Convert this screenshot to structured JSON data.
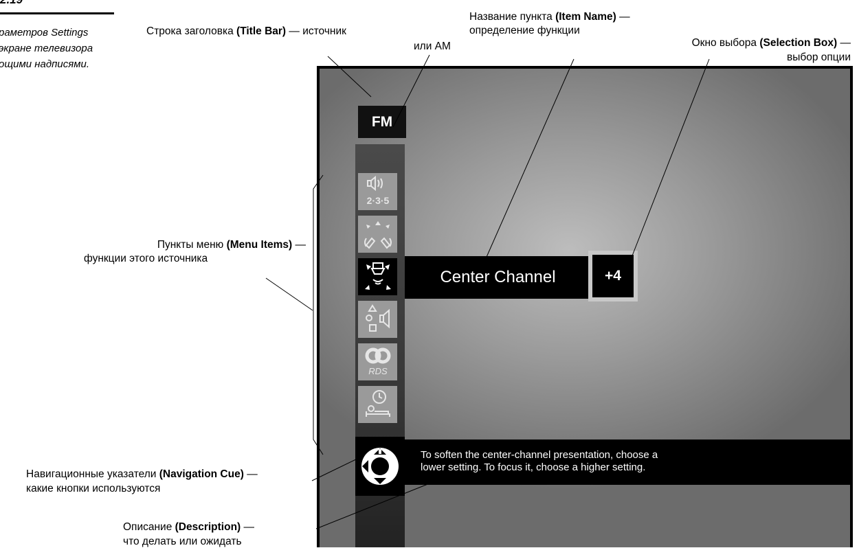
{
  "header": {
    "figure_tag": "2.19"
  },
  "side_note": {
    "lines": [
      "раметров Settings",
      "экране телевизора",
      "ощими надписями."
    ]
  },
  "callouts": {
    "title_bar": {
      "text": "Строка заголовка ",
      "bold": "(Title Bar)",
      "suffix": " — источник"
    },
    "title_bar_line2": "или AM",
    "item_name": {
      "text": "Название пункта ",
      "bold": "(Item Name)",
      "suffix": " —"
    },
    "item_name_line2": "определение функции",
    "selection_box": {
      "text": "Окно выбора ",
      "bold": "(Selection Box)",
      "suffix": " —"
    },
    "selection_box_line2": "выбор опции",
    "menu_items": {
      "text": "Пункты меню ",
      "bold": "(Menu Items)",
      "suffix": " —"
    },
    "menu_items_line2": "функции этого источника",
    "nav_cue": {
      "text": "Навигационные указатели ",
      "bold": "(Navigation Cue)",
      "suffix": " —"
    },
    "nav_cue_line2": "какие кнопки используются",
    "description": {
      "text": "Описание ",
      "bold": "(Description)",
      "suffix": " —"
    },
    "description_line2": "что делать или ожидать"
  },
  "screen": {
    "title_bar": "FM",
    "menu_items": [
      {
        "icon": "speaker-235-icon",
        "label": "2·3·5"
      },
      {
        "icon": "speaker-arrows-icon",
        "label": ""
      },
      {
        "icon": "center-channel-icon",
        "label": "",
        "active": true
      },
      {
        "icon": "speaker-shapes-icon",
        "label": ""
      },
      {
        "icon": "rds-icon",
        "label": "RDS"
      },
      {
        "icon": "sleep-timer-icon",
        "label": ""
      }
    ],
    "item_name": "Center Channel",
    "selection_value": "+4",
    "description": "To soften the center-channel presentation, choose a\nlower setting. To focus it, choose a higher setting."
  },
  "colors": {
    "screen_center": "#bdbdbd",
    "screen_edge": "#6c6c6c",
    "bar": "#000000",
    "menu_item_bg": "#9a9a9a",
    "selection_frame": "#c8c8c8"
  }
}
